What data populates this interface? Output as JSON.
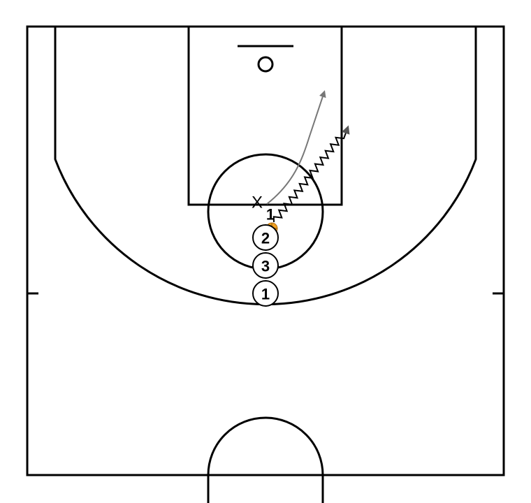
{
  "colors": {
    "court_line": "#000000",
    "background": "#ffffff",
    "ball": "#f0a020",
    "cut_arrow": "#777777",
    "dribble_line": "#000000",
    "dribble_arrowhead": "#555555"
  },
  "players": [
    {
      "id": "player-1-ballhandler",
      "label": "1",
      "circled": false,
      "has_ball": true
    },
    {
      "id": "player-2",
      "label": "2",
      "circled": true
    },
    {
      "id": "player-3",
      "label": "3",
      "circled": true
    },
    {
      "id": "player-1-line",
      "label": "1",
      "circled": true
    }
  ],
  "defender": {
    "label": "X"
  },
  "actions": [
    {
      "id": "cut-arrow",
      "type": "cut",
      "icon": "curved-arrow-icon"
    },
    {
      "id": "dribble-arrow",
      "type": "dribble",
      "icon": "zigzag-arrow-icon"
    }
  ],
  "icons": {
    "ball": "basketball-icon",
    "defender": "x-mark-icon"
  }
}
